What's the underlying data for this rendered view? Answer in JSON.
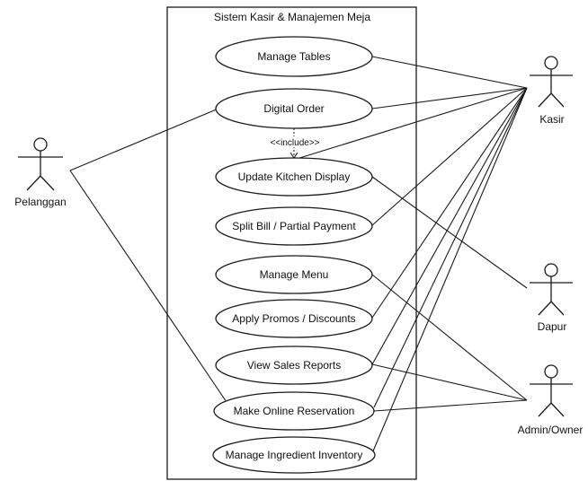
{
  "system": {
    "title": "Sistem Kasir & Manajemen Meja"
  },
  "actors": {
    "pelanggan": "Pelanggan",
    "kasir": "Kasir",
    "dapur": "Dapur",
    "admin": "Admin/Owner"
  },
  "use_cases": {
    "manage_tables": "Manage Tables",
    "digital_order": "Digital Order",
    "update_kitchen_display": "Update Kitchen Display",
    "split_bill": "Split Bill / Partial Payment",
    "manage_menu": "Manage Menu",
    "apply_promos": "Apply Promos / Discounts",
    "view_sales_reports": "View Sales Reports",
    "make_online_reservation": "Make Online Reservation",
    "manage_ingredient_inventory": "Manage Ingredient Inventory"
  },
  "relations": {
    "include_label": "<<include>>"
  }
}
